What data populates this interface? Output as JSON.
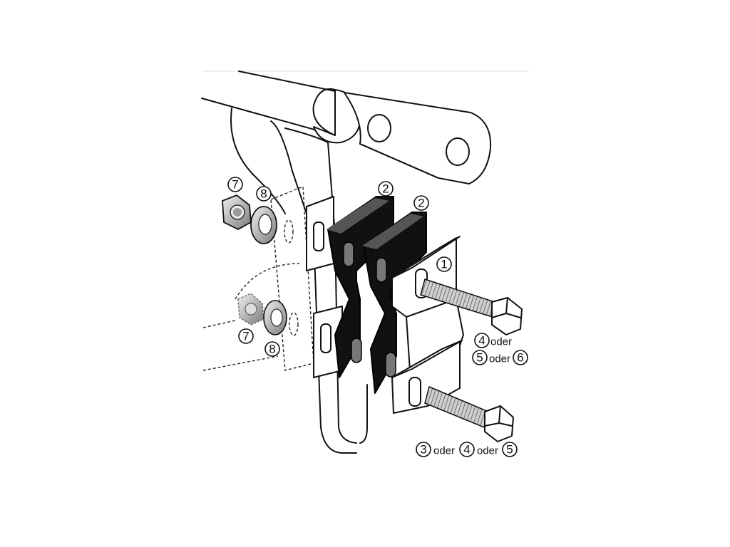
{
  "callouts": {
    "nut_upper": "7",
    "washer_upper": "8",
    "plate_left": "2",
    "plate_right": "2",
    "clamp": "1",
    "bolt_upper_a": "4",
    "bolt_upper_b": "5",
    "bolt_upper_c": "6",
    "nut_lower": "7",
    "washer_lower": "8",
    "bolt_lower_a": "3",
    "bolt_lower_b": "4",
    "bolt_lower_c": "5"
  },
  "connector": "oder",
  "colors": {
    "line": "#111111",
    "spacer": "#1a1a1a",
    "metal": "#c8c8c8"
  }
}
